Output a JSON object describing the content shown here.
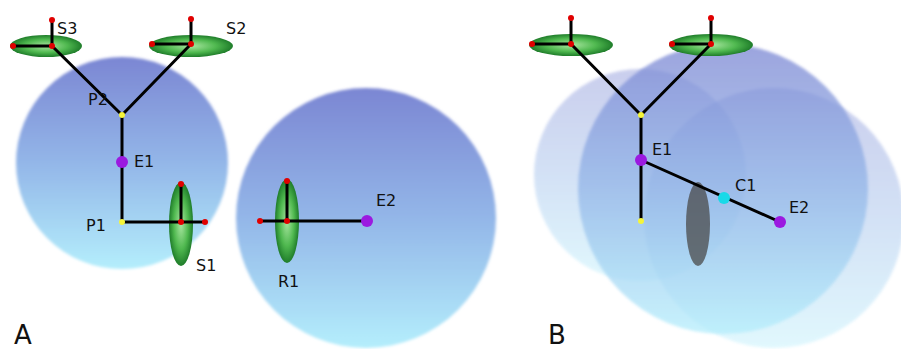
{
  "diagram": {
    "labels": [
      "S3",
      "S2",
      "P2",
      "E1",
      "P1",
      "S1",
      "E2",
      "R1",
      "A",
      "E1",
      "C1",
      "E2",
      "B"
    ]
  }
}
